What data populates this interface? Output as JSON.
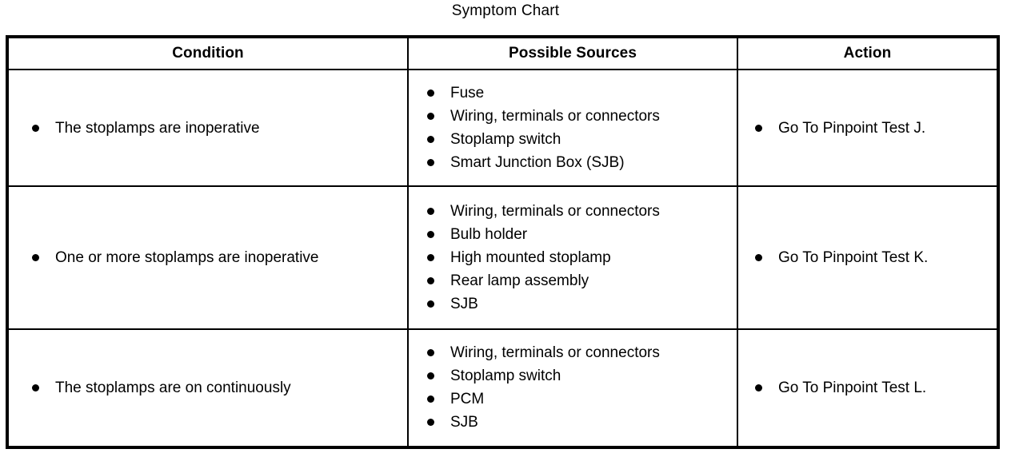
{
  "title": "Symptom Chart",
  "table": {
    "headers": [
      "Condition",
      "Possible Sources",
      "Action"
    ],
    "rows": [
      {
        "condition": [
          "The stoplamps are inoperative"
        ],
        "sources": [
          "Fuse",
          "Wiring, terminals or connectors",
          "Stoplamp switch",
          "Smart Junction Box (SJB)"
        ],
        "action": [
          "Go To Pinpoint Test J."
        ]
      },
      {
        "condition": [
          "One or more stoplamps are inoperative"
        ],
        "sources": [
          "Wiring, terminals or connectors",
          "Bulb holder",
          "High mounted stoplamp",
          "Rear lamp assembly",
          "SJB"
        ],
        "action": [
          "Go To Pinpoint Test K."
        ]
      },
      {
        "condition": [
          "The stoplamps are on continuously"
        ],
        "sources": [
          "Wiring, terminals or connectors",
          "Stoplamp switch",
          "PCM",
          "SJB"
        ],
        "action": [
          "Go To Pinpoint Test L."
        ]
      }
    ]
  },
  "colors": {
    "text": "#000000",
    "background": "#ffffff",
    "border": "#000000"
  }
}
